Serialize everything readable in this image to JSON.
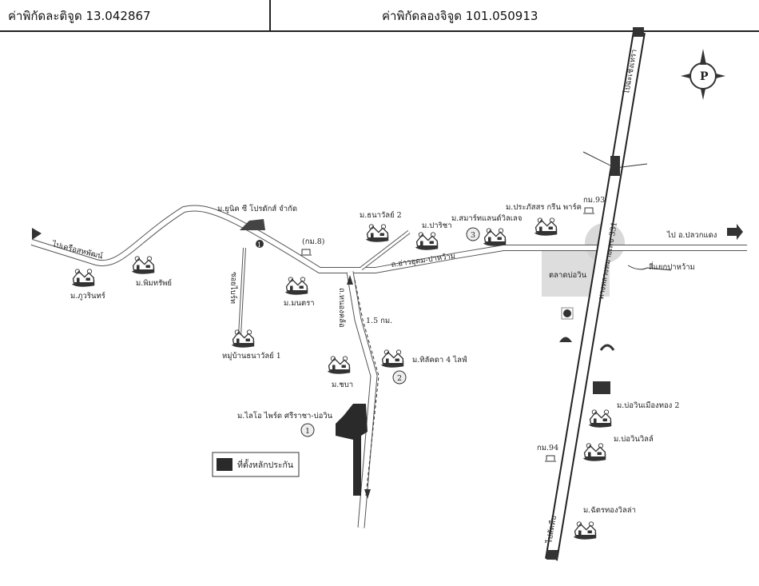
{
  "header": {
    "latitude": "ค่าพิกัดละติจูด 13.042867",
    "longitude": "ค่าพิกัดลองจิจูด 101.050913"
  },
  "roads": {
    "to_saha": "ไปเครือสหพัฒน์",
    "to_pluak_daeng": "ไป อ.ปลวกแดง",
    "ao_udom": "ถ.อ่าวอุดม-ปาหว้าม",
    "soi": "ซอยไบร์ท",
    "side_road": "ถ.หนองคล้อ",
    "distance": "1.5 กม.",
    "highway": "ทางหลวงหมายเลข 331",
    "to_north": "ไปฉะเชิงเทรา",
    "to_south": "ไปสัตหีบ",
    "km8": "(กม.8)",
    "km93": "กม.93",
    "km94": "กม.94",
    "intersection": "สี่แยกปาหว้าม",
    "market": "ตลาดบ่อวิน"
  },
  "places": {
    "unique": "ม.ยูนิค ซี โปรดักส์ จำกัด",
    "phuwarin": "ม.ภูวรินทร์",
    "phimsap": "ม.พิมทรัพย์",
    "montra": "ม.มนตรา",
    "thanawan1": "หมู่บ้านธนาวัลย์ 1",
    "thanawan2": "ม.ธนาวัลย์ 2",
    "paricha": "ม.ปาริชา",
    "smartland": "ม.สมาร์ทแลนด์วิลเลจ",
    "praphatsorn": "ม.ประภัสสร กรีน พาร์ค",
    "chaba": "ม.ชบา",
    "thilakda": "ม.ทิลัคดา 4 ไลฟ์",
    "lio": "ม.ไลโอ ไพร์ด ศรีราชา-บ่อวิน",
    "muangthong2": "ม.บ่อวินเมืองทอง 2",
    "bowinville": "ม.บ่อวินวิลล์",
    "chatthong": "ม.ฉัตรทองวิลล่า"
  },
  "markers": [
    "1",
    "2",
    "3",
    "1"
  ],
  "legend": {
    "collateral": "ที่ตั้งหลักประกัน"
  },
  "colors": {
    "collateral": "#2a2a2a",
    "zone": "#d9d9d9",
    "road": "#555555"
  }
}
